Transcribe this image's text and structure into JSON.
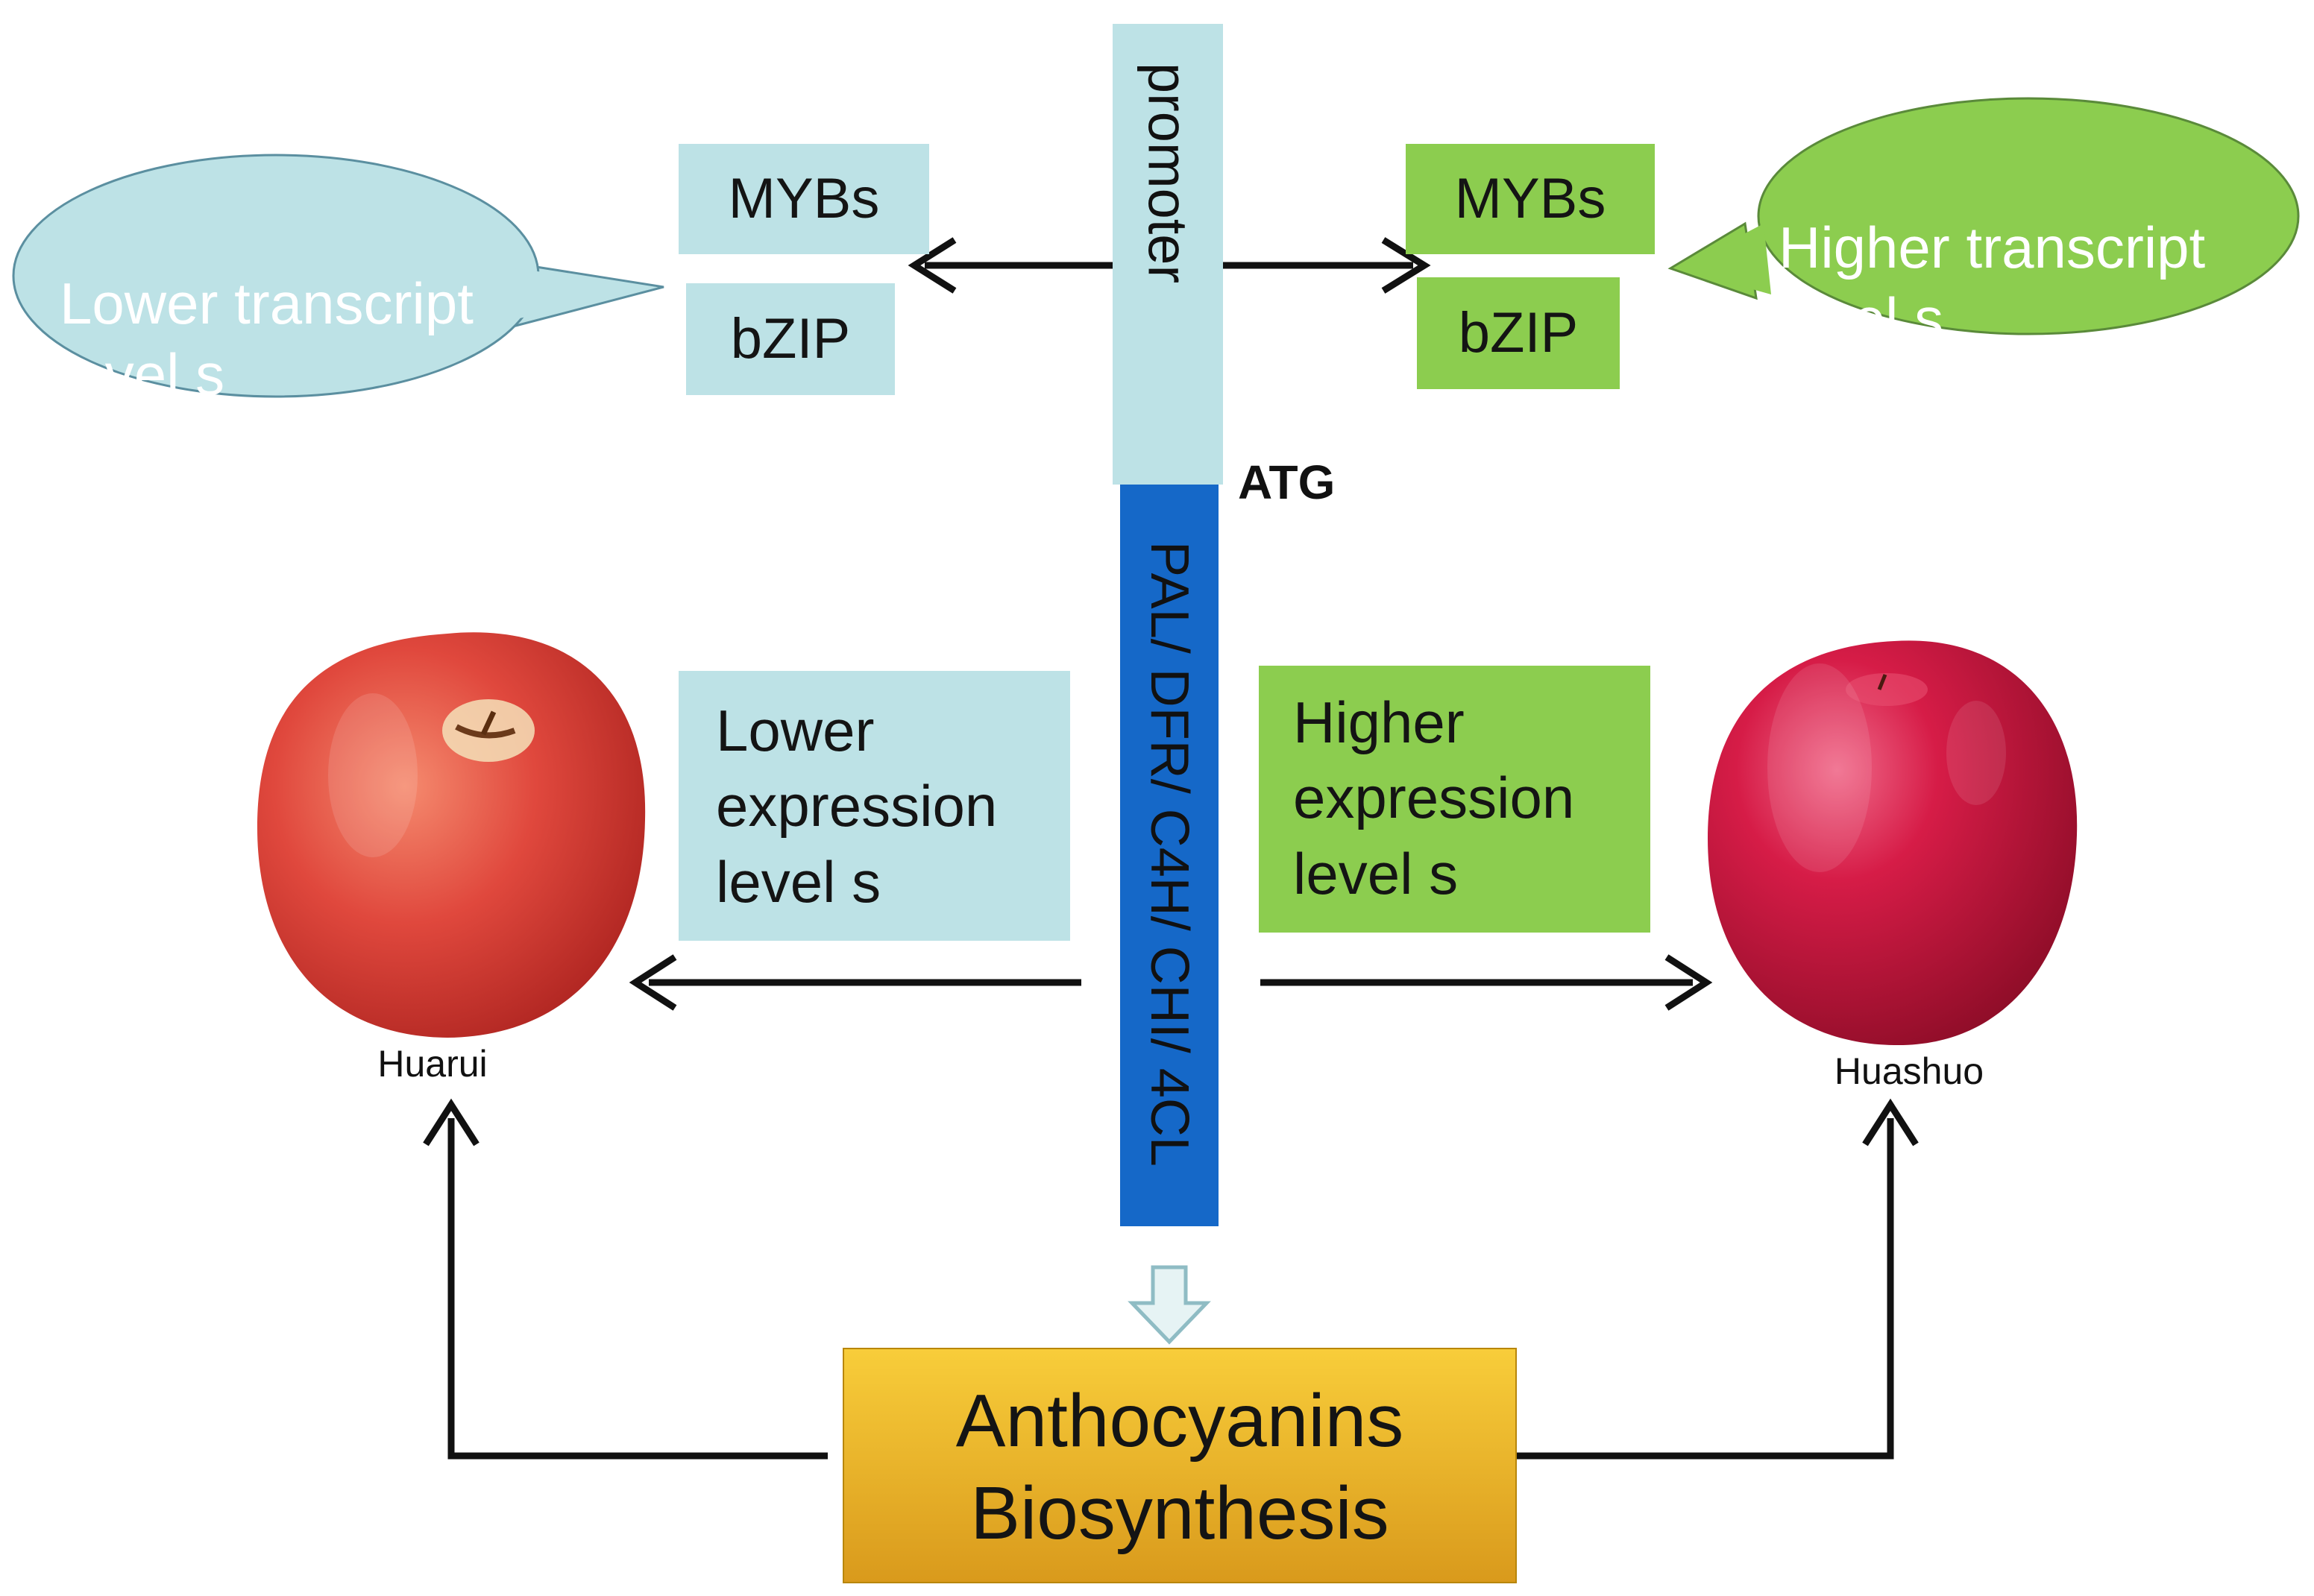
{
  "gene": {
    "promoter_label": "promoter",
    "atg_label": "ATG",
    "enzymes_label": "PAL/ DFR/ C4H/ CHI/ 4CL"
  },
  "left": {
    "transcript_bubble": "Lower transcript\nlevel s",
    "tf_box_1": "MYBs",
    "tf_box_2": "bZIP",
    "expression_box": "Lower\nexpression\nlevel s",
    "cultivar": "Huarui"
  },
  "right": {
    "transcript_bubble": "Higher transcript\nlevel s",
    "tf_box_1": "MYBs",
    "tf_box_2": "bZIP",
    "expression_box": "Higher\nexpression\nlevel s",
    "cultivar": "Huashuo"
  },
  "pathway": {
    "label_line1": "Anthocyanins",
    "label_line2": "Biosynthesis"
  },
  "colors": {
    "low_box": "#bde2e6",
    "high_box": "#8ccd4f",
    "enzyme_bar": "#1568c8",
    "pathway_box": "#f1c12e",
    "huarui_apple": "#d9393a",
    "huashuo_apple": "#c4143e"
  }
}
